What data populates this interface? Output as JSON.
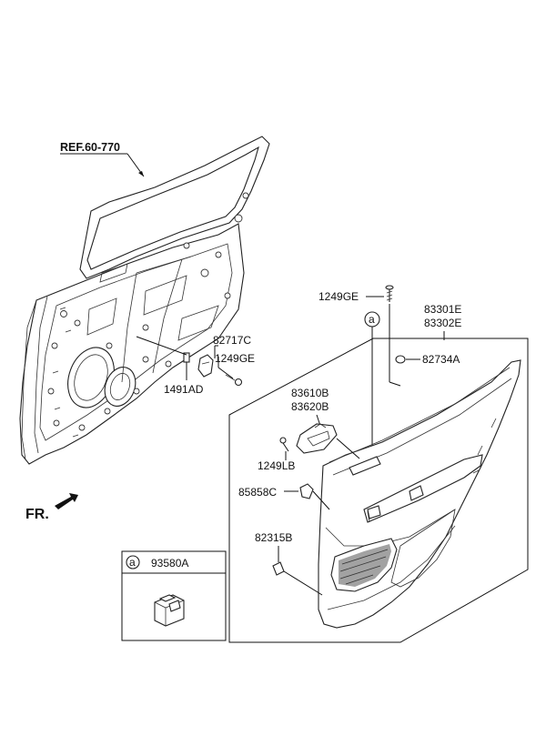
{
  "diagram": {
    "reference": "REF.60-770",
    "direction_marker": "FR.",
    "circle_marker": "a",
    "callouts": {
      "p1249GE_top": "1249GE",
      "p83301E": "83301E",
      "p83302E": "83302E",
      "p82734A": "82734A",
      "p82717C": "82717C",
      "p1249GE_mid": "1249GE",
      "p1491AD": "1491AD",
      "p83610B": "83610B",
      "p83620B": "83620B",
      "p1249LB": "1249LB",
      "p85858C": "85858C",
      "p82315B": "82315B"
    },
    "inset": {
      "marker": "a",
      "part_number": "93580A"
    }
  }
}
